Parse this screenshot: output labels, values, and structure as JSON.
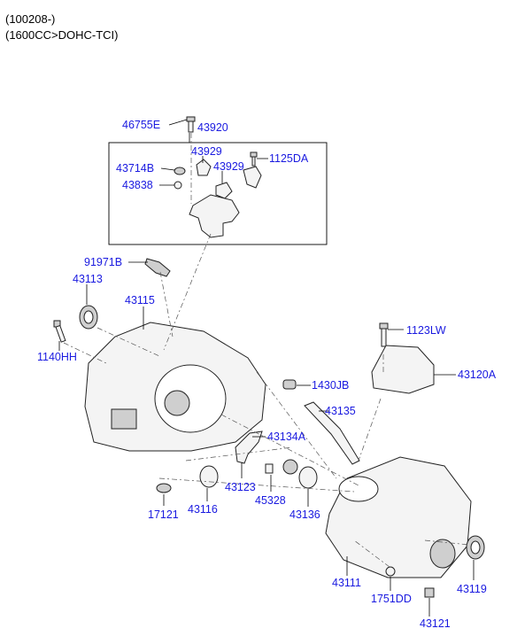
{
  "header": {
    "line1": "(100208-)",
    "line2": "(1600CC>DOHC-TCI)"
  },
  "labels": {
    "p46755E": "46755E",
    "p43920": "43920",
    "p43929a": "43929",
    "p43929b": "43929",
    "p1125DA": "1125DA",
    "p43714B": "43714B",
    "p43838": "43838",
    "p91971B": "91971B",
    "p43113": "43113",
    "p43115": "43115",
    "p1140HH": "1140HH",
    "p1123LW": "1123LW",
    "p43120A": "43120A",
    "p1430JB": "1430JB",
    "p43135": "43135",
    "p43134A": "43134A",
    "p43123": "43123",
    "p45328": "45328",
    "p17121": "17121",
    "p43116": "43116",
    "p43136": "43136",
    "p43111": "43111",
    "p1751DD": "1751DD",
    "p43119": "43119",
    "p43121": "43121"
  },
  "colors": {
    "label": "#1a1ae0",
    "line": "#000000"
  }
}
